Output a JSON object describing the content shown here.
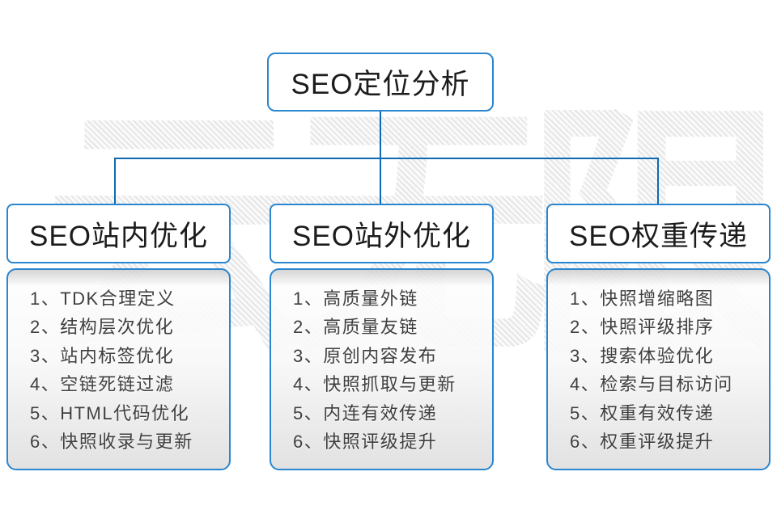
{
  "watermark_text": "云无限",
  "colors": {
    "box_border_blue": "#2a86cf",
    "connector_blue": "#0d6ab3"
  },
  "root": {
    "title": "SEO定位分析"
  },
  "columns": [
    {
      "title": "SEO站内优化",
      "items": [
        "1、TDK合理定义",
        "2、结构层次优化",
        "3、站内标签优化",
        "4、空链死链过滤",
        "5、HTML代码优化",
        "6、快照收录与更新"
      ]
    },
    {
      "title": "SEO站外优化",
      "items": [
        "1、高质量外链",
        "2、高质量友链",
        "3、原创内容发布",
        "4、快照抓取与更新",
        "5、内连有效传递",
        "6、快照评级提升"
      ]
    },
    {
      "title": "SEO权重传递",
      "items": [
        "1、快照增缩略图",
        "2、快照评级排序",
        "3、搜索体验优化",
        "4、检索与目标访问",
        "5、权重有效传递",
        "6、权重评级提升"
      ]
    }
  ]
}
